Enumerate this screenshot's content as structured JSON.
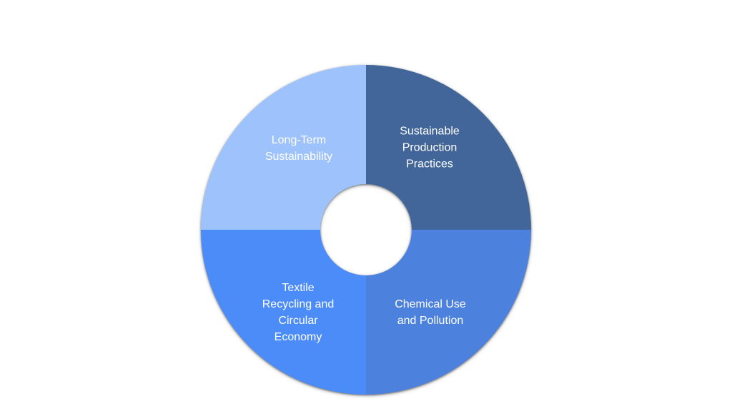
{
  "chart_data": {
    "type": "pie",
    "variant": "donut",
    "title": "",
    "categories": [
      "Sustainable Production Practices",
      "Chemical Use and Pollution",
      "Textile Recycling and Circular Economy",
      "Long-Term Sustainability"
    ],
    "values": [
      25,
      25,
      25,
      25
    ],
    "colors": [
      "#426699",
      "#4C81DE",
      "#4C8CF8",
      "#9EC2FB"
    ],
    "start_angle_deg": 0,
    "direction": "clockwise",
    "inner_radius_ratio": 0.277,
    "legend": "none",
    "data_labels": "inside",
    "label_color": "#ffffff",
    "background": "#ffffff"
  },
  "slice_labels": {
    "long_term": [
      "Long-Term",
      "Sustainability"
    ],
    "sustainable_production": [
      "Sustainable",
      "Production",
      "Practices"
    ],
    "textile_recycling": [
      "Textile",
      "Recycling and",
      "Circular",
      "Economy"
    ],
    "chemical_use": [
      "Chemical Use",
      "and Pollution"
    ]
  }
}
